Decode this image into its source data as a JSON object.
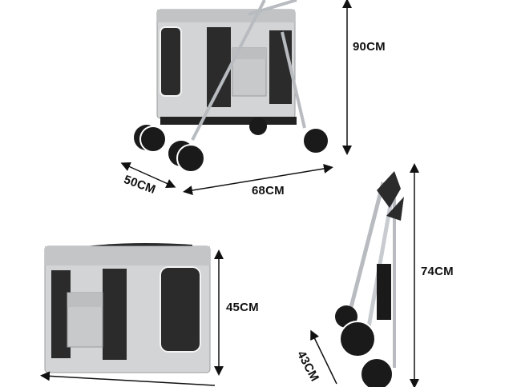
{
  "image": {
    "description_subjects": [
      "pet-stroller-assembled",
      "carrier-detached",
      "frame-folded"
    ]
  },
  "dimensions": {
    "stroller_height": "90CM",
    "stroller_depth": "50CM",
    "stroller_length": "68CM",
    "carrier_height": "45CM",
    "folded_height": "74CM",
    "folded_depth": "43CM"
  },
  "colors": {
    "fabric": "#d3d4d5",
    "fabric_shade": "#b9babc",
    "mesh": "#2b2b2b",
    "frame": "#b8bcc0",
    "wheel": "#1a1a1a",
    "line": "#111111"
  }
}
